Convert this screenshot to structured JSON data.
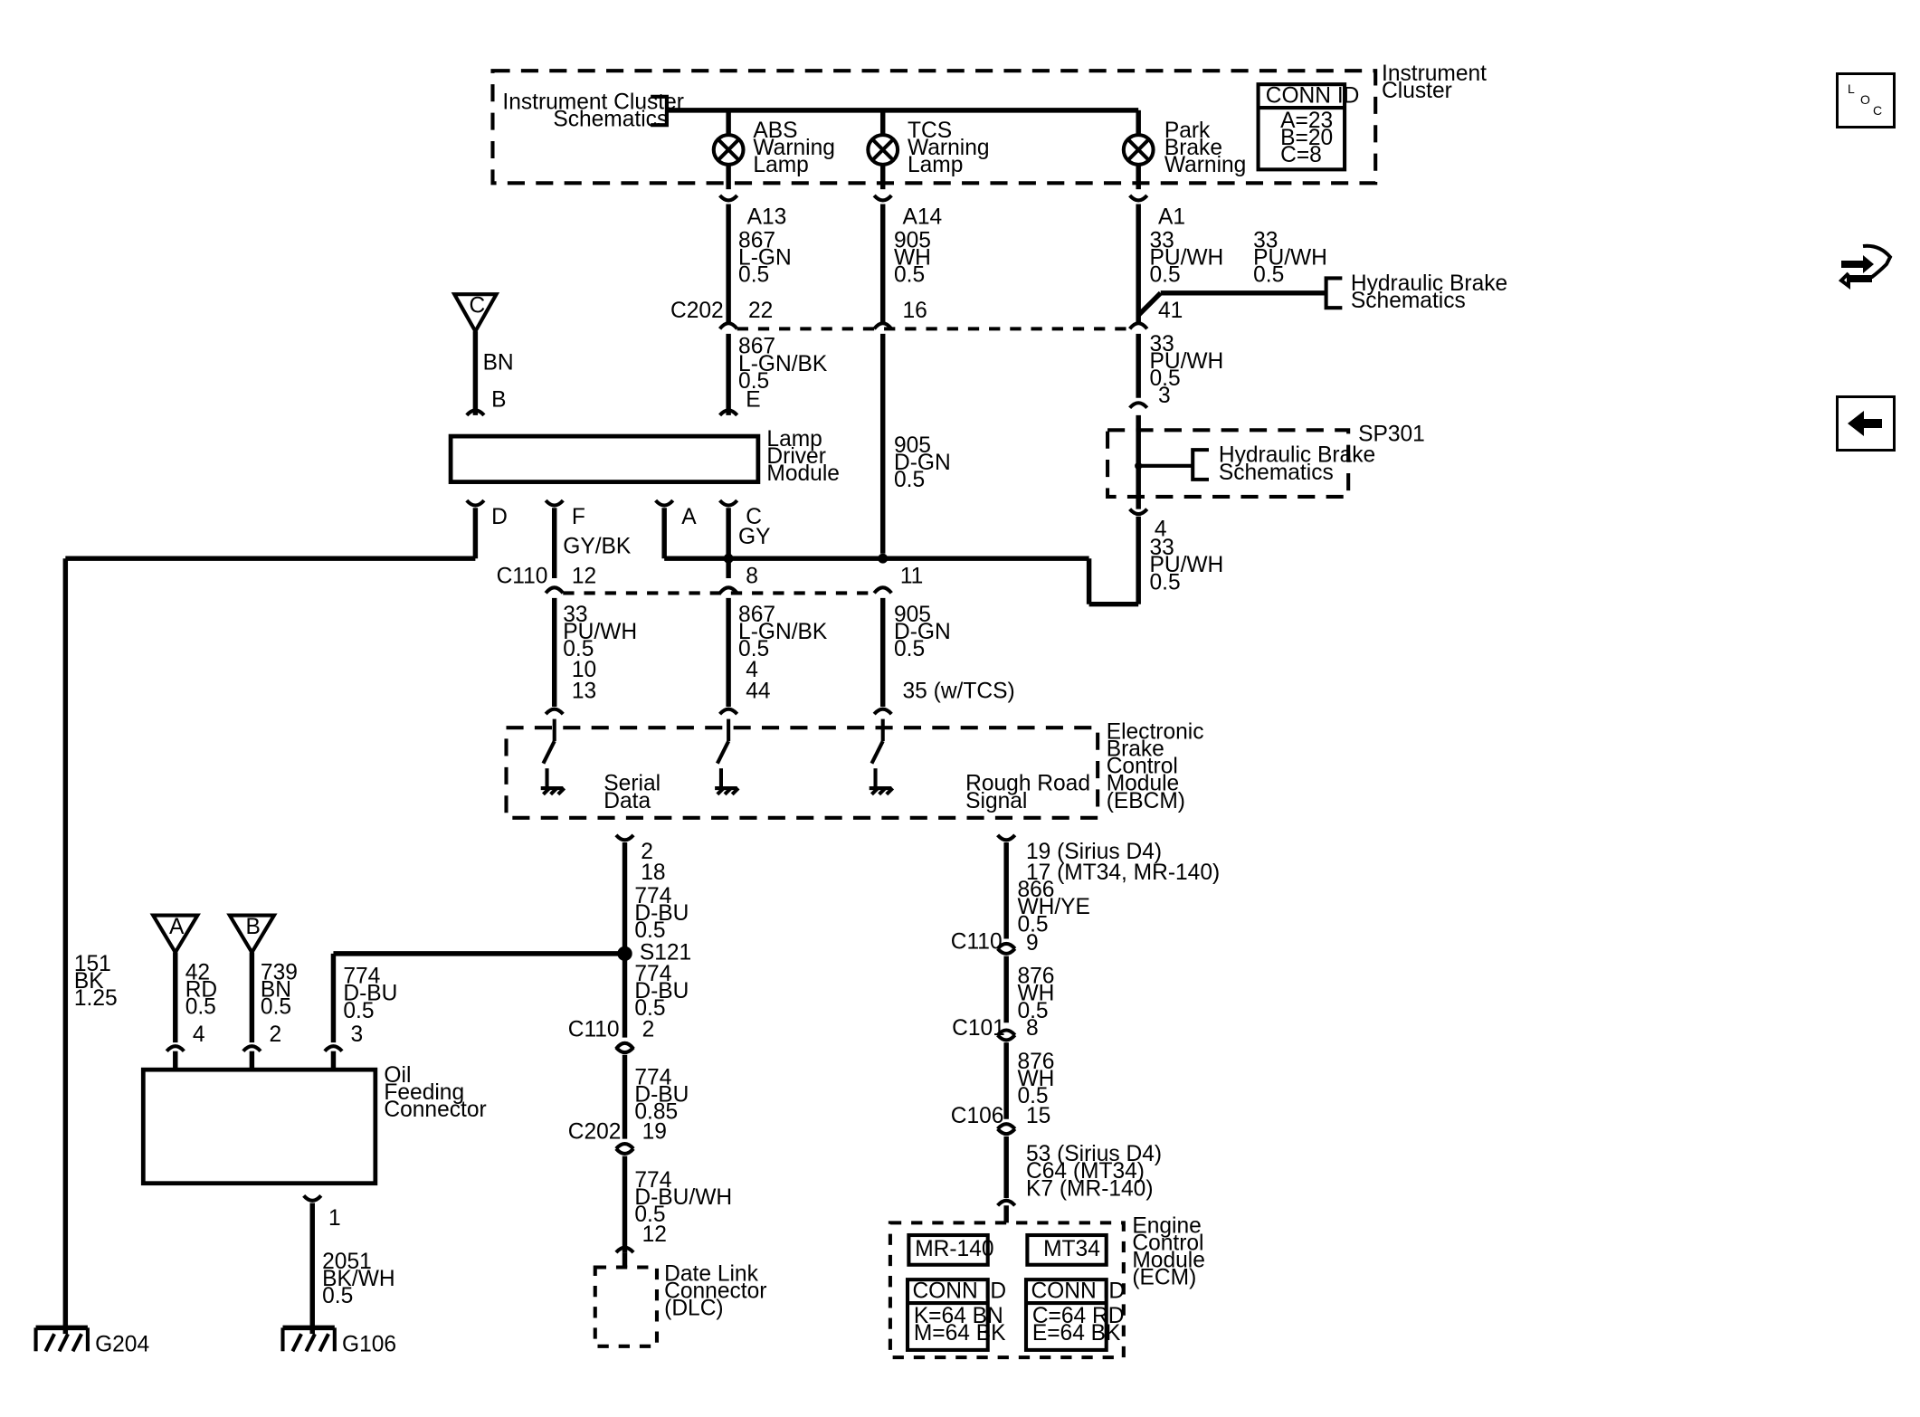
{
  "instrument_cluster": {
    "title": "Instrument Cluster",
    "schematics_ref": "Instrument Cluster Schematics",
    "lamps": [
      {
        "name": "ABS Warning Lamp",
        "pin": "A13"
      },
      {
        "name": "TCS Warning Lamp",
        "pin": "A14"
      },
      {
        "name": "Park Brake Warning",
        "pin": "A1"
      }
    ],
    "conn_id": {
      "title": "CONN ID",
      "rows": [
        "A=23",
        "B=20",
        "C=8"
      ]
    }
  },
  "circuits": {
    "abs_top": [
      "867",
      "L-GN",
      "0.5"
    ],
    "tcs_top": [
      "905",
      "WH",
      "0.5"
    ],
    "pb_top": [
      "33",
      "PU/WH",
      "0.5"
    ],
    "hb_branch": [
      "33",
      "PU/WH",
      "0.5"
    ],
    "ldm_e": [
      "867",
      "L-GN/BK",
      "0.5"
    ],
    "pb_mid": [
      "33",
      "PU/WH",
      "0.5"
    ],
    "tcs_mid": [
      "905",
      "D-GN",
      "0.5"
    ],
    "pb_low": [
      "33",
      "PU/WH",
      "0.5"
    ],
    "ebcm_in_1": [
      "33",
      "PU/WH",
      "0.5"
    ],
    "ebcm_in_2": [
      "867",
      "L-GN/BK",
      "0.5"
    ],
    "ebcm_in_3": [
      "905",
      "D-GN",
      "0.5"
    ],
    "ground_g204": [
      "151",
      "BK",
      "1.25"
    ],
    "oil_a": [
      "42",
      "RD",
      "0.5"
    ],
    "oil_b": [
      "739",
      "BN",
      "0.5"
    ],
    "oil_s121": [
      "774",
      "D-BU",
      "0.5"
    ],
    "serial_1": [
      "774",
      "D-BU",
      "0.5"
    ],
    "serial_2": [
      "774",
      "D-BU",
      "0.5"
    ],
    "serial_3": [
      "774",
      "D-BU",
      "0.85"
    ],
    "serial_4": [
      "774",
      "D-BU/WH",
      "0.5"
    ],
    "oil_ground": [
      "2051",
      "BK/WH",
      "0.5"
    ],
    "rough_1": [
      "866",
      "WH/YE",
      "0.5"
    ],
    "rough_2": [
      "876",
      "WH",
      "0.5"
    ],
    "rough_3": [
      "876",
      "WH",
      "0.5"
    ]
  },
  "connectors": {
    "c202": "C202",
    "c110": "C110",
    "c101": "C101",
    "c106": "C106"
  },
  "pins": {
    "c202_abs": "22",
    "c202_tcs": "16",
    "c202_pb": "41",
    "sp301_in": "3",
    "sp301_out": "4",
    "ldm_b": "B",
    "ldm_e": "E",
    "ldm_d": "D",
    "ldm_f": "F",
    "ldm_a": "A",
    "ldm_c": "C",
    "c110_12": "12",
    "c110_8": "8",
    "c110_11": "11",
    "ebcm_p1a": "10",
    "ebcm_p1b": "13",
    "ebcm_p2a": "4",
    "ebcm_p2b": "44",
    "ebcm_p3": "35 (w/TCS)",
    "ebcm_serial_a": "2",
    "ebcm_serial_b": "18",
    "ebcm_rough_a": "19 (Sirius D4)",
    "ebcm_rough_b": "17 (MT34, MR-140)",
    "oil_4": "4",
    "oil_2": "2",
    "oil_3": "3",
    "oil_1": "1",
    "c110_serial": "2",
    "c202_serial": "19",
    "dlc_pin": "12",
    "c110_rough": "9",
    "c101_rough": "8",
    "c106_rough": "15",
    "ecm_a": "53 (Sirius D4)",
    "ecm_b": "C64 (MT34)",
    "ecm_c": "K7 (MR-140)"
  },
  "labels": {
    "hydraulic_brake": "Hydraulic Brake Schematics",
    "sp301": "SP301",
    "lamp_driver": "Lamp Driver Module",
    "ldm_gybk": "GY/BK",
    "ldm_gy": "GY",
    "ldm_bn": "BN",
    "ebcm": "Electronic Brake Control Module (EBCM)",
    "serial_data": "Serial Data",
    "rough_road": "Rough Road Signal",
    "s121": "S121",
    "oil_feeding": "Oil Feeding Connector",
    "dlc": "Date Link Connector (DLC)",
    "ecm": "Engine Control Module (ECM)",
    "g204": "G204",
    "g106": "G106",
    "ref_a": "A",
    "ref_b": "B",
    "ref_c": "C"
  },
  "ecm_options": {
    "mr140": "MR-140",
    "mt34": "MT34",
    "conn_title": "CONN ID",
    "mr140_rows": [
      "K=64 BN",
      "M=64 BK"
    ],
    "mt34_rows": [
      "C=64 RD",
      "E=64 BK"
    ]
  },
  "nav": {
    "loc_icon": "location-icon",
    "connector_icon": "connector-icon",
    "back_icon": "back-arrow-icon",
    "loc_letters": [
      "L",
      "O",
      "C"
    ]
  }
}
